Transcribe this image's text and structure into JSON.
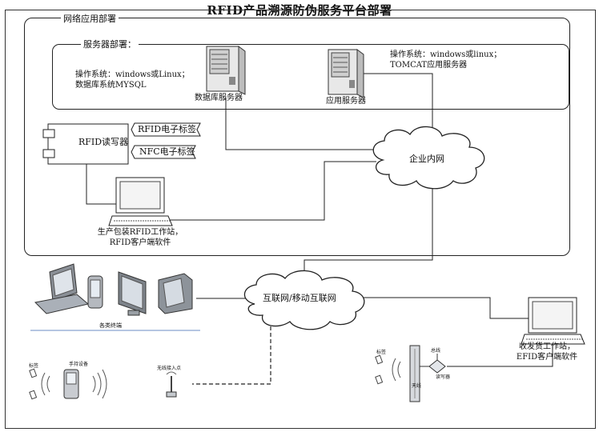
{
  "title": "RFID产品溯源防伪服务平台部署",
  "network_section": {
    "label": "网络应用部署",
    "servers_section": {
      "label": "服务器部署：",
      "db_server": {
        "label": "数据库服务器",
        "os_line1": "操作系统：windows或Linux；",
        "os_line2": "数据库系统MYSQL"
      },
      "app_server": {
        "label": "应用服务器",
        "os_line1": "操作系统：windows或linux；",
        "os_line2": "TOMCAT应用服务器"
      }
    },
    "reader": {
      "label": "RFID读写器"
    },
    "tags": {
      "rfid": "RFID电子标签",
      "nfc": "NFC电子标签"
    },
    "intranet": {
      "label": "企业内网"
    },
    "production_station": {
      "label_line1": "生产包装RFID工作站，",
      "label_line2": "RFID客户端软件"
    }
  },
  "internet": {
    "label": "互联网/移动互联网"
  },
  "terminals": {
    "label": "各类终端"
  },
  "shipping_station": {
    "label_line1": "收发货工作站，",
    "label_line2": "EFID客户端软件"
  },
  "mobile_area": {
    "tag_label": "标签",
    "handheld_label": "手持设备",
    "access_point_label": "无线接入点"
  },
  "gate_area": {
    "tag_label": "标签",
    "antenna_label": "天线",
    "reader_label": "读写器",
    "bus_label": "总线"
  }
}
